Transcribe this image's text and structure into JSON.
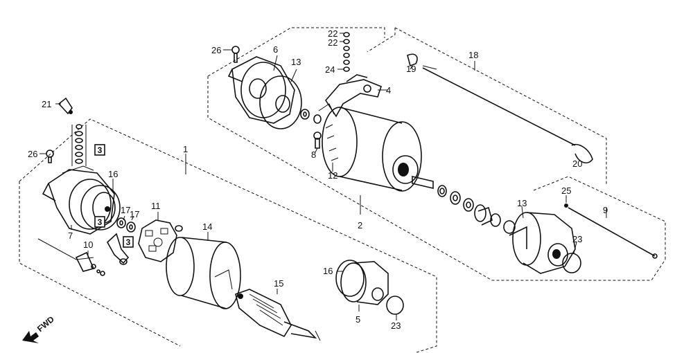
{
  "labels": {
    "p1": "1",
    "p2": "2",
    "p3a": "3",
    "p3b": "3",
    "p3c": "3",
    "p4": "4",
    "p5": "5",
    "p6": "6",
    "p7": "7",
    "p8": "8",
    "p9": "9",
    "p10": "10",
    "p11": "11",
    "p12": "12",
    "p13a": "13",
    "p13b": "13",
    "p14": "14",
    "p15": "15",
    "p16a": "16",
    "p16b": "16",
    "p17a": "17",
    "p17b": "17",
    "p18": "18",
    "p19": "19",
    "p20": "20",
    "p21": "21",
    "p22a": "22",
    "p22b": "22",
    "p23a": "23",
    "p23b": "23",
    "p24": "24",
    "p25": "25",
    "p26a": "26",
    "p26b": "26"
  },
  "fwd_indicator": "FWD"
}
